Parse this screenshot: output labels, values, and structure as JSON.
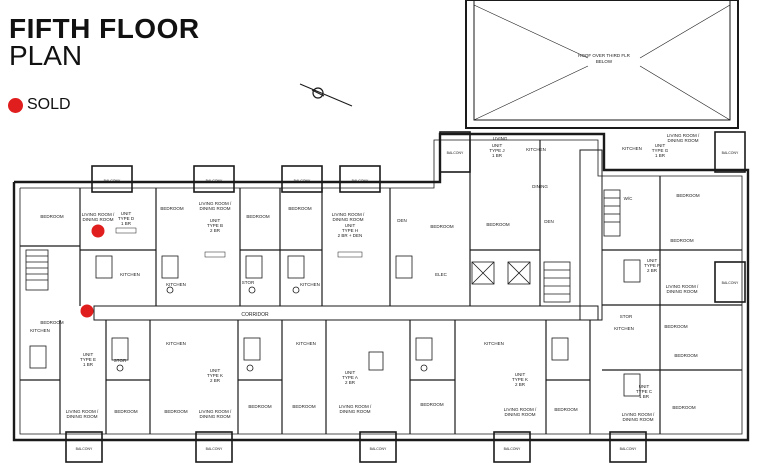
{
  "title": {
    "line1": "FIFTH FLOOR",
    "line2": "PLAN"
  },
  "legend": {
    "label": "SOLD",
    "color": "#e01e1e"
  },
  "roof_note": {
    "line1": "ROOF OVER THIRD FLR",
    "line2": "BELOW"
  },
  "corridor_label": "CORRIDOR",
  "room_labels": {
    "bedroom": "BEDROOM",
    "living_dining_1": "LIVING ROOM /",
    "living_dining_2": "DINING ROOM",
    "kitchen": "KITCHEN",
    "dining": "DINING",
    "living": "LIVING",
    "den": "DEN",
    "balcony": "BALCONY",
    "stor": "STOR",
    "elec": "ELEC",
    "wic": "W/C"
  },
  "units": [
    {
      "name": "UNIT",
      "type": "TYPE D",
      "beds": "1 BR"
    },
    {
      "name": "UNIT",
      "type": "TYPE B",
      "beds": "2 BR"
    },
    {
      "name": "UNIT",
      "type": "TYPE H",
      "beds": "2 BR + DEN"
    },
    {
      "name": "UNIT",
      "type": "TYPE J",
      "beds": "1 BR"
    },
    {
      "name": "UNIT",
      "type": "TYPE G",
      "beds": "1 BR"
    },
    {
      "name": "UNIT",
      "type": "TYPE F",
      "beds": "2 BR"
    },
    {
      "name": "UNIT",
      "type": "TYPE E",
      "beds": "1 BR"
    },
    {
      "name": "UNIT",
      "type": "TYPE K",
      "beds": "2 BR"
    },
    {
      "name": "UNIT",
      "type": "TYPE A",
      "beds": "2 BR"
    },
    {
      "name": "UNIT",
      "type": "TYPE K",
      "beds": "2 BR"
    },
    {
      "name": "UNIT",
      "type": "TYPE C",
      "beds": "1 BR"
    }
  ],
  "sold_units": [
    "TYPE D"
  ],
  "colors": {
    "line": "#1a1a1a",
    "sold": "#e01e1e"
  }
}
